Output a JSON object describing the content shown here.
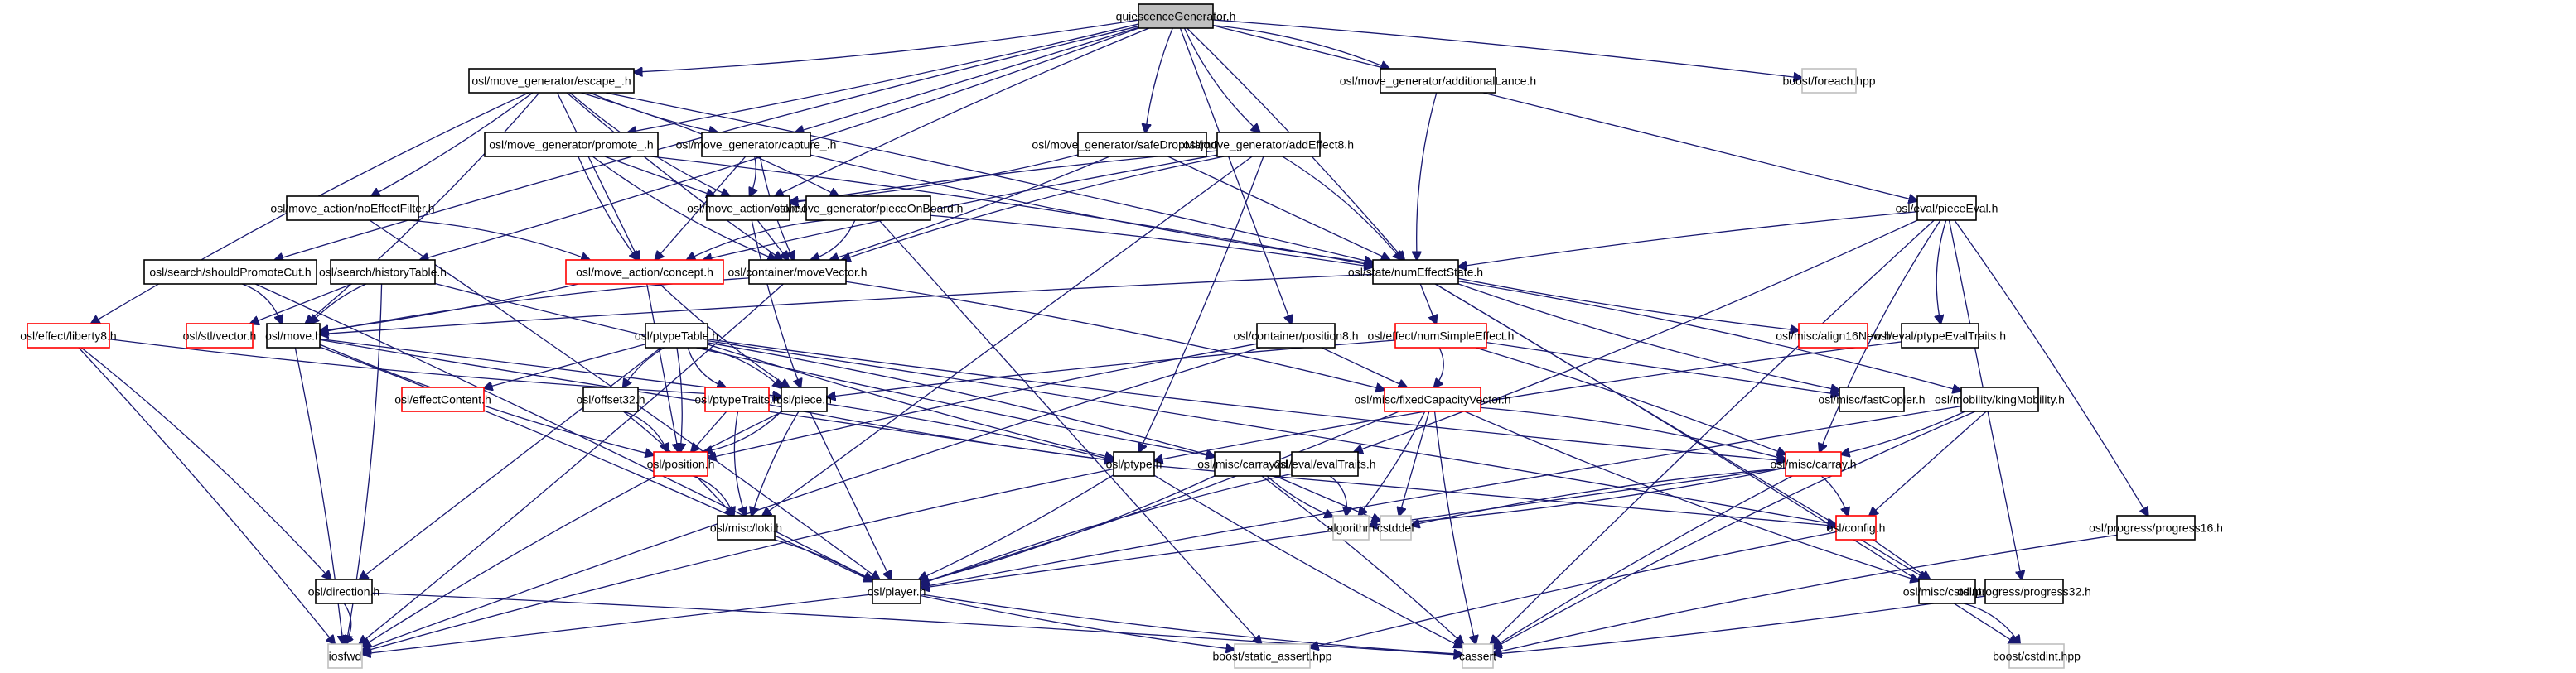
{
  "diagram": {
    "type": "include-dependency-graph",
    "colors": {
      "edge": "#191970",
      "root_fill": "#bfbfbf",
      "normal_border": "#000000",
      "truncated_border": "#ff0000",
      "system_border": "#bfbfbf",
      "fill": "#ffffff"
    },
    "nodes": [
      {
        "id": "root",
        "label": "quiescenceGenerator.h",
        "kind": "root"
      },
      {
        "id": "escape",
        "label": "osl/move_generator/escape_.h",
        "kind": "normal"
      },
      {
        "id": "promote",
        "label": "osl/move_generator/promote_.h",
        "kind": "normal"
      },
      {
        "id": "capture",
        "label": "osl/move_generator/capture_.h",
        "kind": "normal"
      },
      {
        "id": "safeDrop",
        "label": "osl/move_generator/safeDropMajorPiece.h",
        "kind": "normal"
      },
      {
        "id": "addEffect8",
        "label": "osl/move_generator/addEffect8.h",
        "kind": "normal"
      },
      {
        "id": "additionalLance",
        "label": "osl/move_generator/additionalLance.h",
        "kind": "normal"
      },
      {
        "id": "foreach",
        "label": "boost/foreach.hpp",
        "kind": "system"
      },
      {
        "id": "noEffectFilter",
        "label": "osl/move_action/noEffectFilter.h",
        "kind": "normal"
      },
      {
        "id": "store",
        "label": "osl/move_action/store.h",
        "kind": "normal"
      },
      {
        "id": "pieceOnBoard",
        "label": "osl/move_generator/pieceOnBoard.h",
        "kind": "normal"
      },
      {
        "id": "pieceEval",
        "label": "osl/eval/pieceEval.h",
        "kind": "normal"
      },
      {
        "id": "shouldPromoteCut",
        "label": "osl/search/shouldPromoteCut.h",
        "kind": "normal"
      },
      {
        "id": "historyTable",
        "label": "osl/search/historyTable.h",
        "kind": "normal"
      },
      {
        "id": "concept",
        "label": "osl/move_action/concept.h",
        "kind": "truncated"
      },
      {
        "id": "moveVector",
        "label": "osl/container/moveVector.h",
        "kind": "normal"
      },
      {
        "id": "numEffectState",
        "label": "osl/state/numEffectState.h",
        "kind": "normal"
      },
      {
        "id": "liberty8",
        "label": "osl/effect/liberty8.h",
        "kind": "truncated"
      },
      {
        "id": "stlvector",
        "label": "osl/stl/vector.h",
        "kind": "truncated"
      },
      {
        "id": "move",
        "label": "osl/move.h",
        "kind": "normal"
      },
      {
        "id": "ptypeTable",
        "label": "osl/ptypeTable.h",
        "kind": "normal"
      },
      {
        "id": "position8",
        "label": "osl/container/position8.h",
        "kind": "normal"
      },
      {
        "id": "numSimpleEffect",
        "label": "osl/effect/numSimpleEffect.h",
        "kind": "truncated"
      },
      {
        "id": "align16New",
        "label": "osl/misc/align16New.h",
        "kind": "truncated"
      },
      {
        "id": "ptypeEvalTraits",
        "label": "osl/eval/ptypeEvalTraits.h",
        "kind": "normal"
      },
      {
        "id": "effectContent",
        "label": "osl/effectContent.h",
        "kind": "truncated"
      },
      {
        "id": "offset32",
        "label": "osl/offset32.h",
        "kind": "normal"
      },
      {
        "id": "ptypeTraits",
        "label": "osl/ptypeTraits.h",
        "kind": "truncated"
      },
      {
        "id": "piece",
        "label": "osl/piece.h",
        "kind": "normal"
      },
      {
        "id": "fixedCapacityVector",
        "label": "osl/misc/fixedCapacityVector.h",
        "kind": "truncated"
      },
      {
        "id": "fastCopier",
        "label": "osl/misc/fastCopier.h",
        "kind": "normal"
      },
      {
        "id": "kingMobility",
        "label": "osl/mobility/kingMobility.h",
        "kind": "normal"
      },
      {
        "id": "position",
        "label": "osl/position.h",
        "kind": "truncated"
      },
      {
        "id": "ptype",
        "label": "osl/ptype.h",
        "kind": "normal"
      },
      {
        "id": "carray2d",
        "label": "osl/misc/carray2d.h",
        "kind": "normal"
      },
      {
        "id": "evalTraits",
        "label": "osl/eval/evalTraits.h",
        "kind": "normal"
      },
      {
        "id": "carray",
        "label": "osl/misc/carray.h",
        "kind": "truncated"
      },
      {
        "id": "loki",
        "label": "osl/misc/loki.h",
        "kind": "normal"
      },
      {
        "id": "algorithm",
        "label": "algorithm",
        "kind": "system"
      },
      {
        "id": "cstddef",
        "label": "cstddef",
        "kind": "system"
      },
      {
        "id": "config",
        "label": "osl/config.h",
        "kind": "truncated"
      },
      {
        "id": "progress16",
        "label": "osl/progress/progress16.h",
        "kind": "normal"
      },
      {
        "id": "direction",
        "label": "osl/direction.h",
        "kind": "normal"
      },
      {
        "id": "player",
        "label": "osl/player.h",
        "kind": "normal"
      },
      {
        "id": "cstdint",
        "label": "osl/misc/cstdint.h",
        "kind": "normal"
      },
      {
        "id": "progress32",
        "label": "osl/progress/progress32.h",
        "kind": "normal"
      },
      {
        "id": "iosfwd",
        "label": "iosfwd",
        "kind": "system"
      },
      {
        "id": "staticAssert",
        "label": "boost/static_assert.hpp",
        "kind": "system"
      },
      {
        "id": "cassert",
        "label": "cassert",
        "kind": "system"
      },
      {
        "id": "boostCstdint",
        "label": "boost/cstdint.hpp",
        "kind": "system"
      }
    ],
    "edges": [
      [
        "root",
        "escape"
      ],
      [
        "root",
        "promote"
      ],
      [
        "root",
        "capture"
      ],
      [
        "root",
        "safeDrop"
      ],
      [
        "root",
        "addEffect8"
      ],
      [
        "root",
        "additionalLance"
      ],
      [
        "root",
        "foreach"
      ],
      [
        "root",
        "pieceEval"
      ],
      [
        "root",
        "store"
      ],
      [
        "root",
        "shouldPromoteCut"
      ],
      [
        "root",
        "historyTable"
      ],
      [
        "root",
        "numEffectState"
      ],
      [
        "root",
        "position8"
      ],
      [
        "escape",
        "capture"
      ],
      [
        "escape",
        "store"
      ],
      [
        "escape",
        "pieceOnBoard"
      ],
      [
        "escape",
        "noEffectFilter"
      ],
      [
        "escape",
        "concept"
      ],
      [
        "escape",
        "moveVector"
      ],
      [
        "escape",
        "liberty8"
      ],
      [
        "escape",
        "move"
      ],
      [
        "escape",
        "numEffectState"
      ],
      [
        "promote",
        "store"
      ],
      [
        "promote",
        "concept"
      ],
      [
        "promote",
        "moveVector"
      ],
      [
        "promote",
        "numEffectState"
      ],
      [
        "capture",
        "store"
      ],
      [
        "capture",
        "concept"
      ],
      [
        "capture",
        "moveVector"
      ],
      [
        "capture",
        "numEffectState"
      ],
      [
        "safeDrop",
        "store"
      ],
      [
        "safeDrop",
        "moveVector"
      ],
      [
        "safeDrop",
        "numEffectState"
      ],
      [
        "addEffect8",
        "store"
      ],
      [
        "addEffect8",
        "moveVector"
      ],
      [
        "addEffect8",
        "numEffectState"
      ],
      [
        "addEffect8",
        "ptype"
      ],
      [
        "addEffect8",
        "loki"
      ],
      [
        "addEffect8",
        "concept"
      ],
      [
        "additionalLance",
        "numEffectState"
      ],
      [
        "noEffectFilter",
        "concept"
      ],
      [
        "noEffectFilter",
        "player"
      ],
      [
        "store",
        "moveVector"
      ],
      [
        "store",
        "piece"
      ],
      [
        "pieceOnBoard",
        "concept"
      ],
      [
        "pieceOnBoard",
        "moveVector"
      ],
      [
        "pieceOnBoard",
        "numEffectState"
      ],
      [
        "pieceOnBoard",
        "staticAssert"
      ],
      [
        "pieceEval",
        "numEffectState"
      ],
      [
        "pieceEval",
        "ptypeEvalTraits"
      ],
      [
        "pieceEval",
        "evalTraits"
      ],
      [
        "pieceEval",
        "progress16"
      ],
      [
        "pieceEval",
        "progress32"
      ],
      [
        "pieceEval",
        "cassert"
      ],
      [
        "pieceEval",
        "carray"
      ],
      [
        "shouldPromoteCut",
        "move"
      ],
      [
        "shouldPromoteCut",
        "player"
      ],
      [
        "historyTable",
        "stlvector"
      ],
      [
        "historyTable",
        "move"
      ],
      [
        "historyTable",
        "carray2d"
      ],
      [
        "historyTable",
        "iosfwd"
      ],
      [
        "concept",
        "move"
      ],
      [
        "concept",
        "position"
      ],
      [
        "concept",
        "piece"
      ],
      [
        "moveVector",
        "move"
      ],
      [
        "moveVector",
        "fixedCapacityVector"
      ],
      [
        "moveVector",
        "iosfwd"
      ],
      [
        "numEffectState",
        "numSimpleEffect"
      ],
      [
        "numEffectState",
        "align16New"
      ],
      [
        "numEffectState",
        "fastCopier"
      ],
      [
        "numEffectState",
        "kingMobility"
      ],
      [
        "numEffectState",
        "boostCstdint"
      ],
      [
        "numEffectState",
        "cstdint"
      ],
      [
        "numEffectState",
        "move"
      ],
      [
        "liberty8",
        "piece"
      ],
      [
        "liberty8",
        "direction"
      ],
      [
        "liberty8",
        "iosfwd"
      ],
      [
        "move",
        "piece"
      ],
      [
        "move",
        "ptype"
      ],
      [
        "move",
        "position"
      ],
      [
        "move",
        "player"
      ],
      [
        "move",
        "iosfwd"
      ],
      [
        "ptypeTable",
        "effectContent"
      ],
      [
        "ptypeTable",
        "offset32"
      ],
      [
        "ptypeTable",
        "ptypeTraits"
      ],
      [
        "ptypeTable",
        "piece"
      ],
      [
        "ptypeTable",
        "position"
      ],
      [
        "ptypeTable",
        "direction"
      ],
      [
        "ptypeTable",
        "ptype"
      ],
      [
        "ptypeTable",
        "carray"
      ],
      [
        "ptypeTable",
        "carray2d"
      ],
      [
        "ptypeTable",
        "config"
      ],
      [
        "position8",
        "fixedCapacityVector"
      ],
      [
        "position8",
        "position"
      ],
      [
        "position8",
        "iosfwd"
      ],
      [
        "numSimpleEffect",
        "fixedCapacityVector"
      ],
      [
        "numSimpleEffect",
        "carray"
      ],
      [
        "numSimpleEffect",
        "fastCopier"
      ],
      [
        "numSimpleEffect",
        "piece"
      ],
      [
        "ptypeEvalTraits",
        "ptype"
      ],
      [
        "offset32",
        "position"
      ],
      [
        "offset32",
        "loki"
      ],
      [
        "ptypeTraits",
        "position"
      ],
      [
        "ptypeTraits",
        "ptype"
      ],
      [
        "ptypeTraits",
        "loki"
      ],
      [
        "piece",
        "position"
      ],
      [
        "piece",
        "ptype"
      ],
      [
        "piece",
        "player"
      ],
      [
        "piece",
        "loki"
      ],
      [
        "piece",
        "iosfwd"
      ],
      [
        "fixedCapacityVector",
        "carray"
      ],
      [
        "fixedCapacityVector",
        "algorithm"
      ],
      [
        "fixedCapacityVector",
        "cstddef"
      ],
      [
        "fixedCapacityVector",
        "cassert"
      ],
      [
        "fixedCapacityVector",
        "cstdint"
      ],
      [
        "fixedCapacityVector",
        "player"
      ],
      [
        "kingMobility",
        "carray"
      ],
      [
        "kingMobility",
        "config"
      ],
      [
        "kingMobility",
        "player"
      ],
      [
        "kingMobility",
        "cassert"
      ],
      [
        "position",
        "loki"
      ],
      [
        "ptype",
        "player"
      ],
      [
        "ptype",
        "config"
      ],
      [
        "ptype",
        "cassert"
      ],
      [
        "ptype",
        "iosfwd"
      ],
      [
        "carray2d",
        "player"
      ],
      [
        "carray2d",
        "cassert"
      ],
      [
        "carray2d",
        "cstddef"
      ],
      [
        "carray2d",
        "algorithm"
      ],
      [
        "evalTraits",
        "player"
      ],
      [
        "evalTraits",
        "algorithm"
      ],
      [
        "carray",
        "config"
      ],
      [
        "carray",
        "player"
      ],
      [
        "carray",
        "cassert"
      ],
      [
        "carray",
        "cstddef"
      ],
      [
        "carray",
        "algorithm"
      ],
      [
        "loki",
        "player"
      ],
      [
        "config",
        "cstdint"
      ],
      [
        "config",
        "staticAssert"
      ],
      [
        "progress16",
        "cassert"
      ],
      [
        "direction",
        "iosfwd"
      ],
      [
        "direction",
        "cassert"
      ],
      [
        "player",
        "iosfwd"
      ],
      [
        "player",
        "staticAssert"
      ],
      [
        "player",
        "cassert"
      ],
      [
        "cstdint",
        "boostCstdint"
      ],
      [
        "progress32",
        "cassert"
      ]
    ]
  }
}
